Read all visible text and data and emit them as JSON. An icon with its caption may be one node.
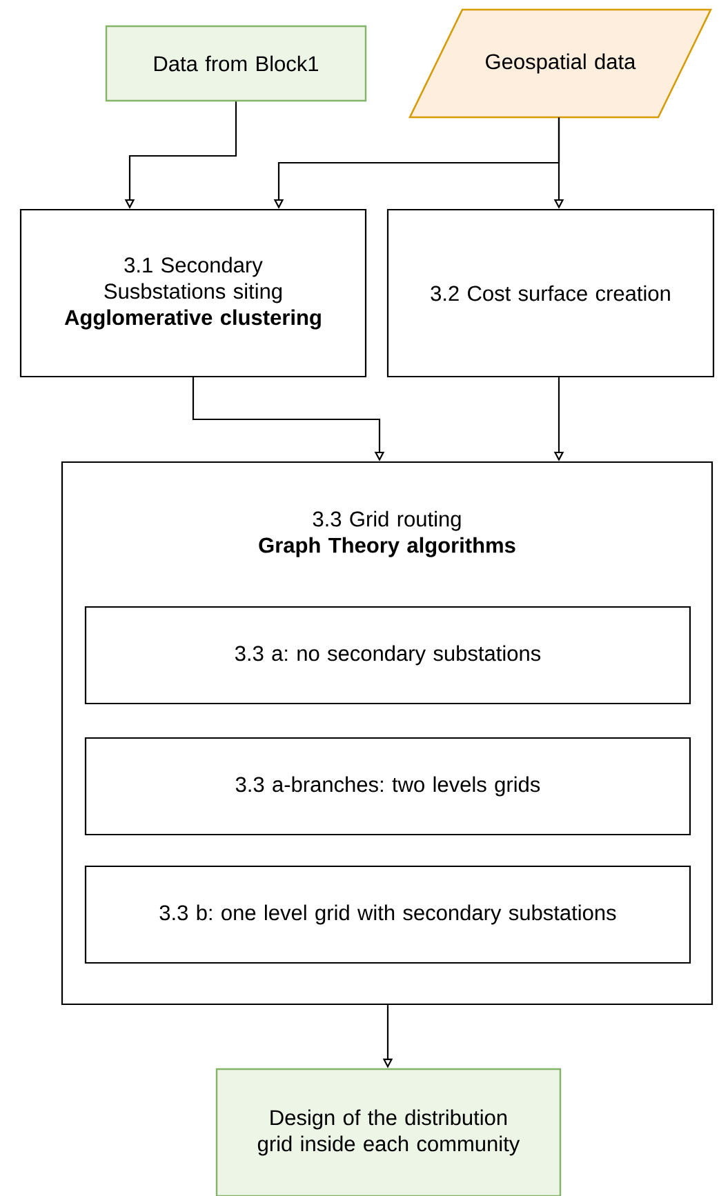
{
  "diagram": {
    "nodes": [
      {
        "text": [
          "Data from Block1"
        ]
      },
      {
        "text": [
          "Geospatial data"
        ]
      },
      {
        "text": [
          "3.1 Secondary Susbstations siting",
          "Agglomerative clustering"
        ]
      },
      {
        "text": [
          "3.2 Cost surface creation"
        ]
      },
      {
        "text": [
          "3.3 Grid routing",
          "Graph Theory algorithms"
        ]
      },
      {
        "text": [
          "3.3 a: no secondary substations"
        ],
        "in": 4
      },
      {
        "text": [
          "3.3 a-branches: two levels grids"
        ],
        "in": 4
      },
      {
        "text": [
          "3.3 b: one level grid with secondary substations"
        ],
        "in": 4
      },
      {
        "text": [
          "Design of the distribution grid inside each community"
        ]
      }
    ],
    "edges": [
      {
        "from": 0,
        "to": 2,
        "arrow": "to"
      },
      {
        "from": 1,
        "to": 2,
        "arrow": "to"
      },
      {
        "from": 1,
        "to": 3,
        "arrow": "to"
      },
      {
        "from": 2,
        "to": 4,
        "arrow": "to"
      },
      {
        "from": 3,
        "to": 4,
        "arrow": "to"
      },
      {
        "from": 4,
        "to": 8,
        "arrow": "to"
      }
    ]
  }
}
